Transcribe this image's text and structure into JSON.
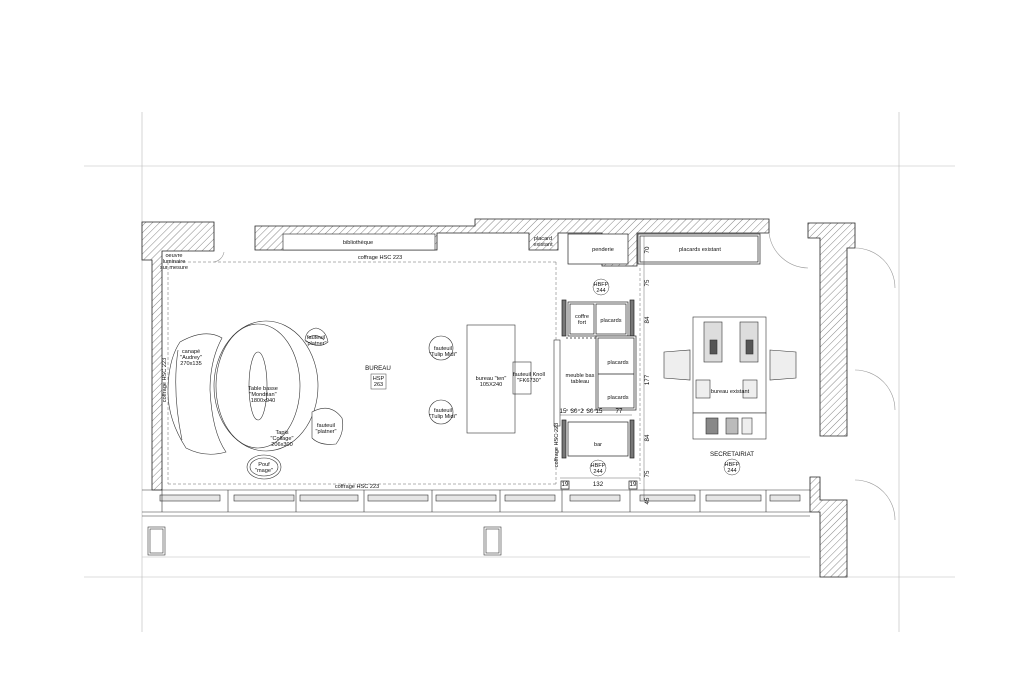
{
  "plan": {
    "rooms": {
      "bureau": "BUREAU",
      "secretariat": "SECRETAIRIAT"
    },
    "ceiling_tags": {
      "hsp_263": [
        "HSP",
        "263"
      ],
      "hbfp_244_top": [
        "HBFP",
        "244"
      ],
      "hbfp_244_bottom": [
        "HBFP",
        "244"
      ],
      "hbfp_244_secretariat": [
        "HBFP",
        "244"
      ]
    },
    "labels": {
      "oeuvre_luminaire": [
        "oeuvre",
        "luminaire",
        "sur mesure"
      ],
      "bibliotheque": "bibliothèque",
      "coffrage_top": "coffrage HSC 223",
      "coffrage_bottom": "coffrage HSC 223",
      "coffrage_left": "coffrage HSC 223",
      "coffrage_right": "coffrage HSC 223",
      "placard_existant": [
        "placard",
        "existant"
      ],
      "penderie": "penderie",
      "placards_existant": "placards existant",
      "canape": [
        "canapé",
        "\"Audrey\"",
        "270x135"
      ],
      "table_basse": [
        "Table basse",
        "\"Mondrian\"",
        "1800x940"
      ],
      "tapis": [
        "Tapis",
        "\"Collage\"",
        "206x300"
      ],
      "pouf": [
        "Pouf",
        "\"mage\""
      ],
      "fauteuil_platner_top": [
        "fauteuil",
        "\"platner\""
      ],
      "fauteuil_platner_bottom": [
        "fauteuil",
        "\"platner\""
      ],
      "fauteuil_tulip_top": [
        "fauteuil",
        "\"Tulip Midi\""
      ],
      "fauteuil_tulip_bottom": [
        "fauteuil",
        "\"Tulip Midi\""
      ],
      "bureau_desk": [
        "bureau \"ten\"",
        "105X240"
      ],
      "fauteuil_knoll": [
        "fauteuil Knoll",
        "\"FK6730\""
      ],
      "meuble_bas": [
        "meuble bas",
        "tableau"
      ],
      "coffre_fort": [
        "coffre",
        "fort"
      ],
      "placards_a": "placards",
      "placards_b": "placards",
      "placards_c": "placards",
      "bar": "bar",
      "bureau_existant": "bureau existant"
    },
    "dimensions": {
      "d15": "15",
      "d30a": "30",
      "d2": "2",
      "d30b": "30",
      "d15b": "15",
      "d77": "77",
      "d19a": "19",
      "d132": "132",
      "d19b": "19",
      "v70": "70",
      "v75a": "75",
      "v84a": "84",
      "v177": "177",
      "v84b": "84",
      "v75b": "75",
      "v45": "45"
    }
  }
}
